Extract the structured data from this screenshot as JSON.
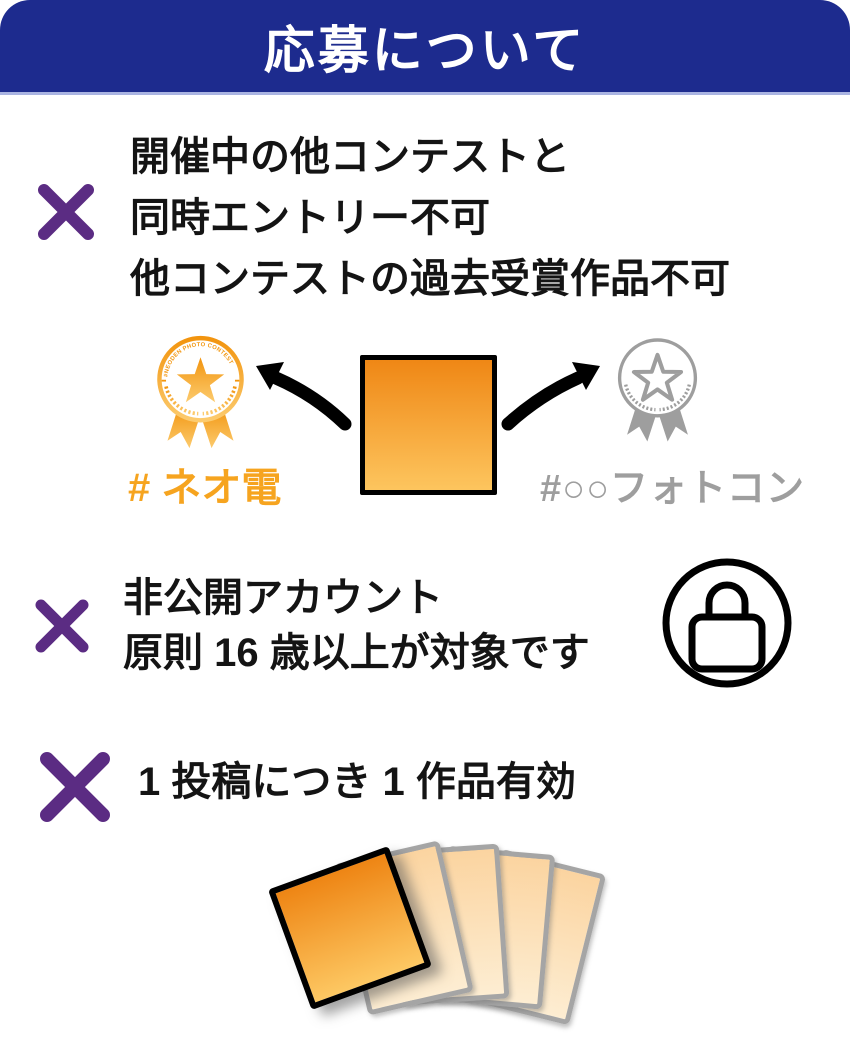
{
  "page": {
    "title": "応募について"
  },
  "colors": {
    "header_bg": "#1d2b8e",
    "header_text": "#ffffff",
    "x_mark": "#5b2c83",
    "body_text": "#141414",
    "gold": "#f6a41f",
    "gold_light": "#fcc863",
    "gray": "#9e9e9e",
    "square_top": "#ef8715",
    "square_bottom": "#fdc55e",
    "card_back_border": "#a5a5a5"
  },
  "rules": [
    {
      "icon": "x-mark",
      "lines": [
        "開催中の他コンテストと",
        "同時エントリー不可",
        "他コンテストの過去受賞作品不可"
      ]
    },
    {
      "icon": "x-mark",
      "lines": [
        "非公開アカウント",
        "原則 16 歳以上が対象です"
      ]
    },
    {
      "icon": "x-mark",
      "lines": [
        "1 投稿につき 1 作品有効"
      ]
    }
  ],
  "contest_diagram": {
    "left_medal": {
      "arc_text": "#NEODEN PHOTO CONTEST",
      "label": "# ネオ電"
    },
    "right_medal": {
      "label": "#○○フォトコン"
    }
  }
}
